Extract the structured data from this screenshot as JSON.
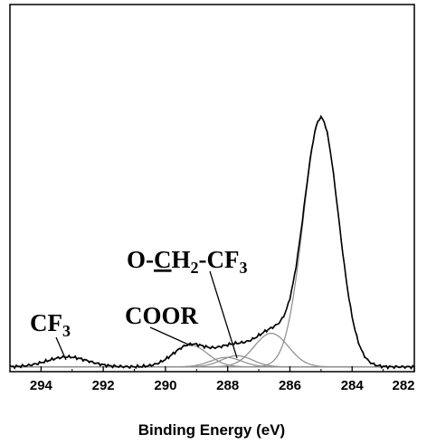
{
  "chart_data": {
    "type": "line",
    "title": "",
    "xlabel": "Binding Energy (eV)",
    "ylabel": "",
    "x_reversed": true,
    "xlim": [
      295,
      282
    ],
    "ylim": [
      0,
      1
    ],
    "xticks": [
      294,
      292,
      290,
      288,
      286,
      284,
      282
    ],
    "xtick_labels": [
      "294",
      "292",
      "290",
      "288",
      "286",
      "284",
      "282"
    ],
    "grid": false,
    "background": 0.012,
    "components": [
      {
        "center": 285.0,
        "amp": 1.0,
        "sigma": 0.56
      },
      {
        "center": 286.6,
        "amp": 0.135,
        "sigma": 0.55
      },
      {
        "center": 287.7,
        "amp": 0.045,
        "sigma": 0.5
      },
      {
        "center": 288.05,
        "amp": 0.038,
        "sigma": 0.5
      },
      {
        "center": 289.2,
        "amp": 0.088,
        "sigma": 0.55
      },
      {
        "center": 293.15,
        "amp": 0.04,
        "sigma": 0.65
      }
    ],
    "series": [
      {
        "role": "measured_spectrum",
        "color": "#000000"
      },
      {
        "role": "fit_components",
        "color": "#8c8c8c"
      }
    ],
    "annotations": [
      {
        "parts": [
          {
            "t": "CF"
          },
          {
            "t": "3",
            "sub": true
          }
        ],
        "points_to_eV": 293.2
      },
      {
        "parts": [
          {
            "t": "COOR"
          }
        ],
        "points_to_eV": 289.2
      },
      {
        "parts": [
          {
            "t": "O-"
          },
          {
            "t": "C",
            "underline": true
          },
          {
            "t": "H"
          },
          {
            "t": "2",
            "sub": true
          },
          {
            "t": "-CF"
          },
          {
            "t": "3",
            "sub": true
          }
        ],
        "points_to_eV": 287.7
      }
    ]
  }
}
